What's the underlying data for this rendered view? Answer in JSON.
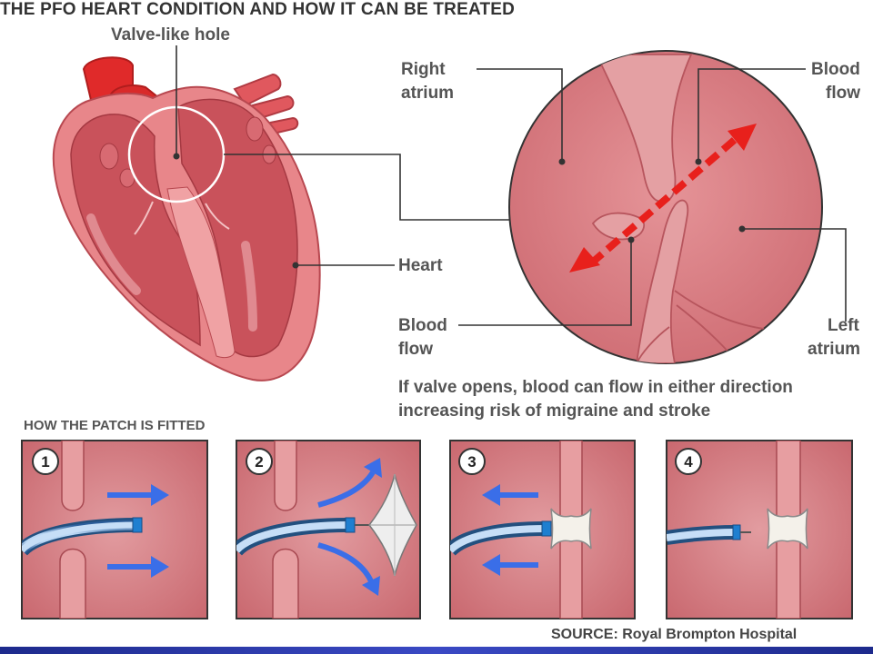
{
  "title": "THE PFO HEART CONDITION AND HOW IT CAN BE TREATED",
  "labels": {
    "valve_hole": "Valve-like hole",
    "right_atrium_line1": "Right",
    "right_atrium_line2": "atrium",
    "blood_flow_top_line1": "Blood",
    "blood_flow_top_line2": "flow",
    "heart": "Heart",
    "blood_flow_bottom_line1": "Blood",
    "blood_flow_bottom_line2": "flow",
    "left_atrium_line1": "Left",
    "left_atrium_line2": "atrium"
  },
  "caption_line1": "If valve opens, blood can flow in either direction",
  "caption_line2": "increasing risk of migraine and stroke",
  "patch_section_title": "HOW THE PATCH IS FITTED",
  "steps": [
    "1",
    "2",
    "3",
    "4"
  ],
  "source": "SOURCE: Royal Brompton Hospital",
  "colors": {
    "tissue": "#e8868a",
    "tissue_dark": "#c94a55",
    "muscle": "#d9686e",
    "chamber_bg": "#c8545c",
    "aorta": "#e02a2a",
    "arrow_red": "#e8201c",
    "arrow_blue": "#3a6ee8",
    "panel_bg": "#d67e84",
    "catheter": "#a9c8ea",
    "bar_blue": "#2b3aa8"
  }
}
